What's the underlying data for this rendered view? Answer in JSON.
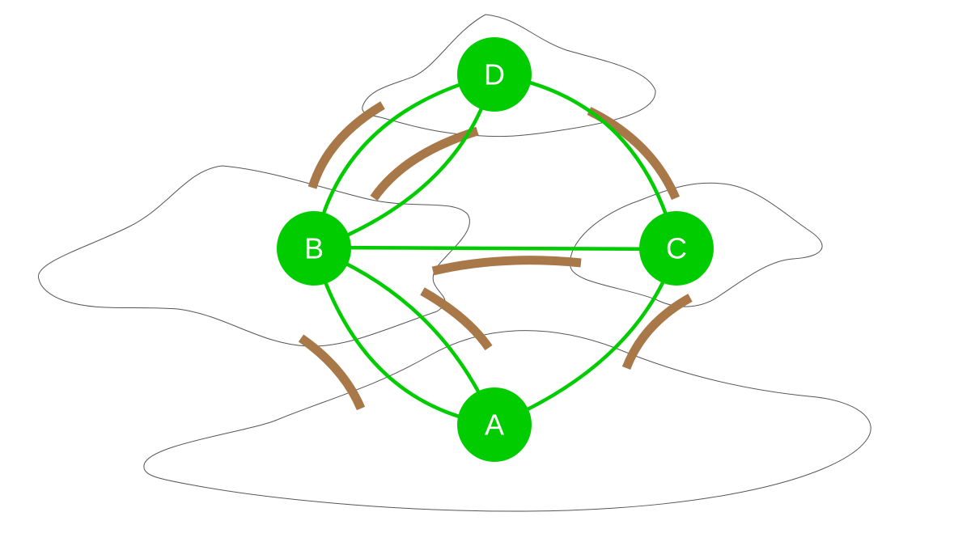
{
  "colors": {
    "node_fill": "#00cc00",
    "edge": "#00cc00",
    "bridge": "#a87848",
    "land_stroke": "#555555",
    "label": "#ffffff"
  },
  "nodes": [
    {
      "id": "D",
      "label": "D"
    },
    {
      "id": "B",
      "label": "B"
    },
    {
      "id": "C",
      "label": "C"
    },
    {
      "id": "A",
      "label": "A"
    }
  ],
  "edges": [
    {
      "from": "B",
      "to": "D"
    },
    {
      "from": "B",
      "to": "D"
    },
    {
      "from": "D",
      "to": "C"
    },
    {
      "from": "B",
      "to": "C"
    },
    {
      "from": "B",
      "to": "A"
    },
    {
      "from": "B",
      "to": "A"
    },
    {
      "from": "A",
      "to": "C"
    }
  ],
  "landmasses": 4,
  "bridges": 7
}
